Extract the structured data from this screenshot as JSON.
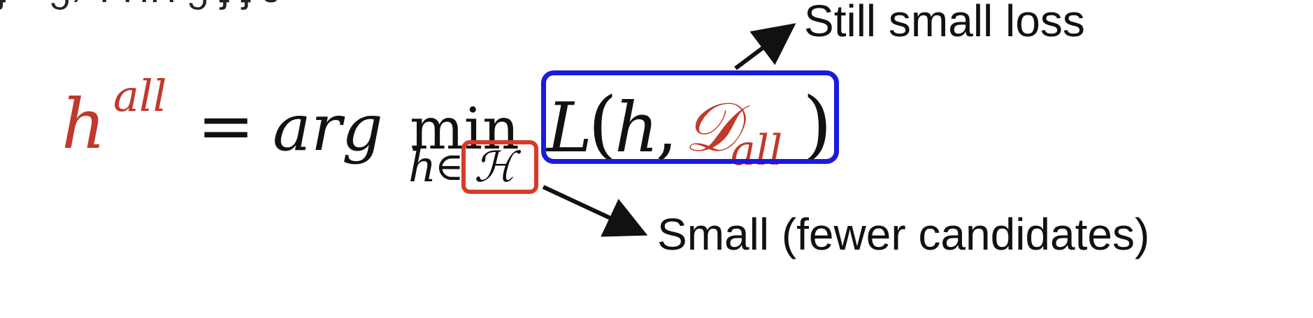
{
  "formula": {
    "lhs_symbol": "h",
    "lhs_superscript": "all",
    "equals": "=",
    "operator_arg": "arg",
    "operator_min": "min",
    "subscript_var": "h",
    "subscript_in": "∈",
    "subscript_set": "ℋ",
    "loss_func": "L",
    "open_paren": "(",
    "loss_arg": "h",
    "comma": ",",
    "dataset_symbol": "𝒟",
    "dataset_subscript": "all",
    "close_paren": ")"
  },
  "annotations": {
    "loss_note": "Still small loss",
    "hypothesis_note": "Small (fewer candidates)"
  },
  "colors": {
    "highlight_red": "#c0392b",
    "box_blue": "#1a1adf",
    "box_red": "#d63a28",
    "text": "#111111"
  }
}
